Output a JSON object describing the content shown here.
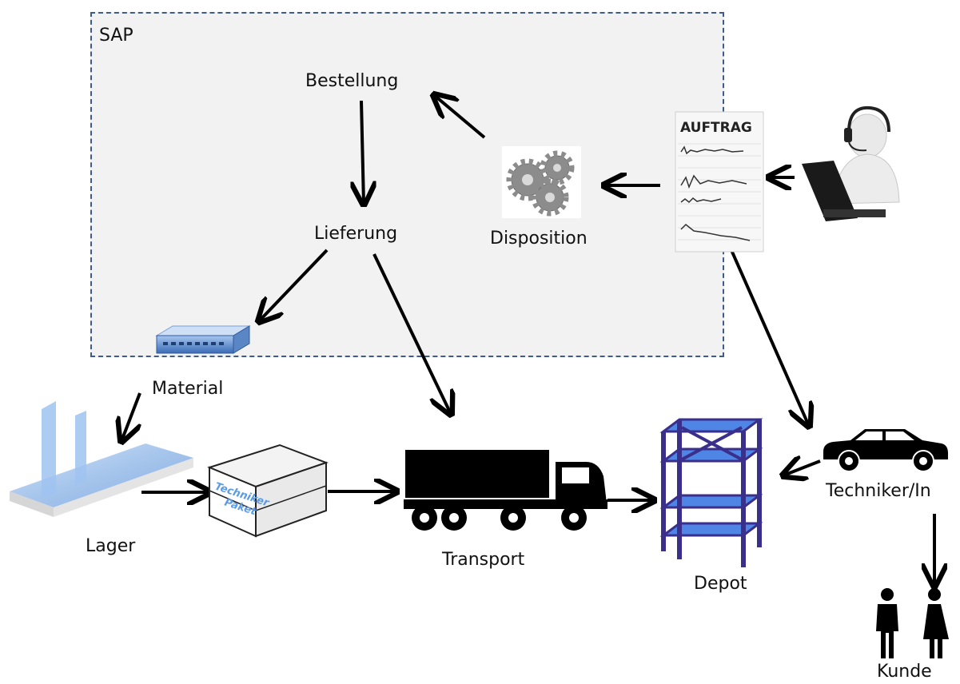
{
  "container": {
    "label": "SAP"
  },
  "nodes": {
    "bestellung": "Bestellung",
    "lieferung": "Lieferung",
    "disposition": "Disposition",
    "auftrag": "AUFTRAG",
    "material": "Material",
    "lager": "Lager",
    "paket_line1": "Techniker",
    "paket_line2": "Paket",
    "transport": "Transport",
    "depot": "Depot",
    "techniker": "Techniker/In",
    "kunde": "Kunde"
  },
  "colors": {
    "sap_border": "#3d5b8c",
    "sap_fill": "#f2f2f2",
    "arrow": "#000000",
    "gear": "#8c8c8c",
    "shelf_frame": "#3a2f8a",
    "shelf_board": "#4f86e6",
    "lager_blue": "#9fc3f0"
  },
  "icons": [
    "gears-icon",
    "document-icon",
    "operator-icon",
    "network-switch-icon",
    "warehouse-icon",
    "box-icon",
    "truck-icon",
    "shelf-icon",
    "car-icon",
    "people-icon"
  ]
}
